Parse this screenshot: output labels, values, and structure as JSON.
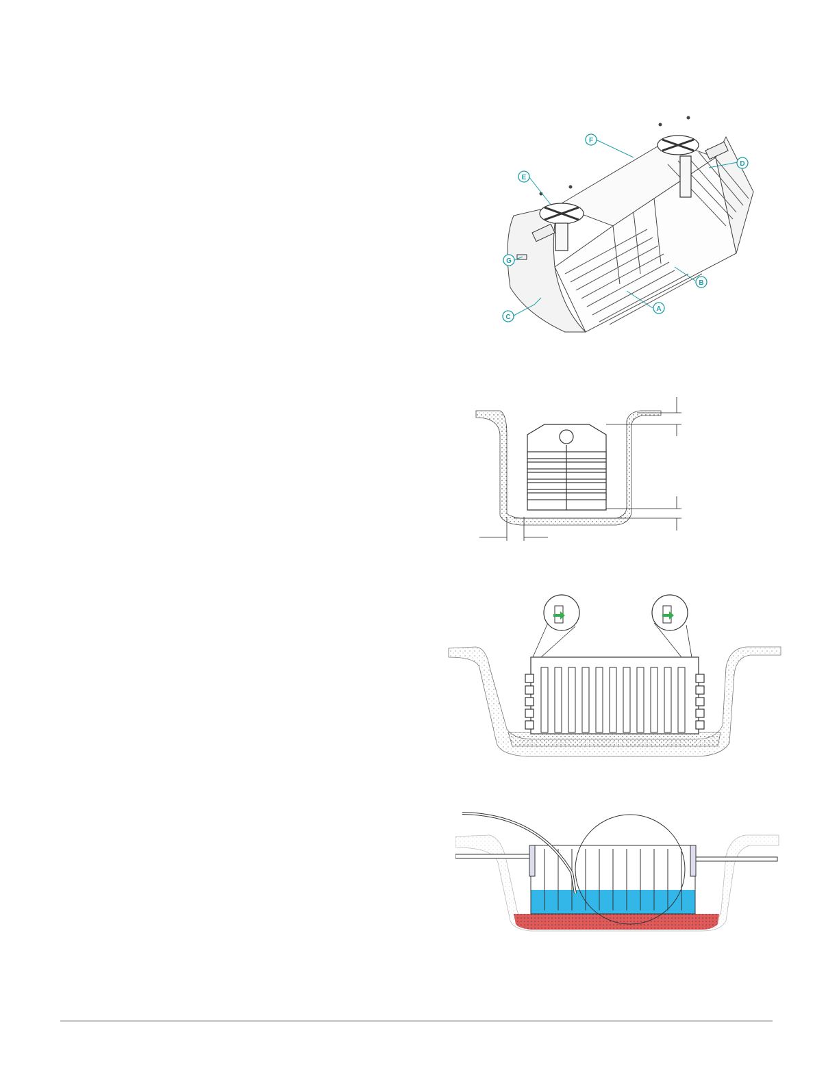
{
  "figure_tank_iso": {
    "callouts": [
      "A",
      "B",
      "C",
      "D",
      "E",
      "F",
      "G"
    ],
    "callout_color": "#1a9fa8"
  },
  "figure_excavation": {},
  "figure_leveling": {
    "arrow_color": "#2fb24a"
  },
  "figure_backfill": {
    "water_color": "#33b6e8",
    "base_color": "#e05a5a"
  }
}
